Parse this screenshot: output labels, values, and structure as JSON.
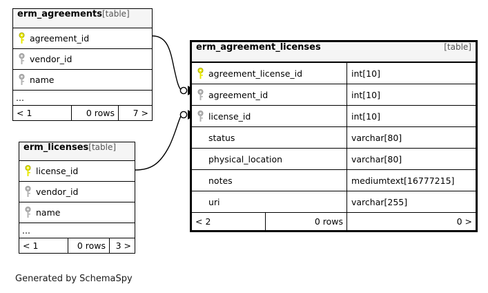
{
  "diagram": {
    "caption": "Generated by SchemaSpy",
    "table_tag": "[table]",
    "colors": {
      "primary_key": "#e8e800",
      "foreign_key": "#b3b3b3",
      "border": "#000000",
      "header_bg": "#f5f5f5",
      "canvas_bg": "#ffffff"
    }
  },
  "tables": {
    "erm_agreements": {
      "name": "erm_agreements",
      "tag": "[table]",
      "columns": [
        {
          "key": "primary-key-icon",
          "name": "agreement_id"
        },
        {
          "key": "foreign-key-icon",
          "name": "vendor_id"
        },
        {
          "key": "foreign-key-icon",
          "name": "name"
        }
      ],
      "ellipsis": "...",
      "footer": {
        "prev": "< 1",
        "rows": "0 rows",
        "next": "7 >"
      }
    },
    "erm_licenses": {
      "name": "erm_licenses",
      "tag": "[table]",
      "columns": [
        {
          "key": "primary-key-icon",
          "name": "license_id"
        },
        {
          "key": "foreign-key-icon",
          "name": "vendor_id"
        },
        {
          "key": "foreign-key-icon",
          "name": "name"
        }
      ],
      "ellipsis": "...",
      "footer": {
        "prev": "< 1",
        "rows": "0 rows",
        "next": "3 >"
      }
    },
    "erm_agreement_licenses": {
      "name": "erm_agreement_licenses",
      "tag": "[table]",
      "columns": [
        {
          "key": "primary-key-icon",
          "name": "agreement_license_id",
          "type": "int[10]"
        },
        {
          "key": "foreign-key-icon",
          "name": "agreement_id",
          "type": "int[10]"
        },
        {
          "key": "foreign-key-icon",
          "name": "license_id",
          "type": "int[10]"
        },
        {
          "key": "none",
          "name": "status",
          "type": "varchar[80]"
        },
        {
          "key": "none",
          "name": "physical_location",
          "type": "varchar[80]"
        },
        {
          "key": "none",
          "name": "notes",
          "type": "mediumtext[16777215]"
        },
        {
          "key": "none",
          "name": "uri",
          "type": "varchar[255]"
        }
      ],
      "footer": {
        "prev": "< 2",
        "rows": "0 rows",
        "next": "0 >"
      }
    }
  },
  "relationships": [
    {
      "name": "agreements-to-agreement-licenses",
      "from_table": "erm_agreements",
      "from_column": "agreement_id",
      "to_table": "erm_agreement_licenses",
      "to_column": "agreement_id",
      "from_cardinality": "one",
      "to_cardinality": "zero-or-many"
    },
    {
      "name": "licenses-to-agreement-licenses",
      "from_table": "erm_licenses",
      "from_column": "license_id",
      "to_table": "erm_agreement_licenses",
      "to_column": "license_id",
      "from_cardinality": "one",
      "to_cardinality": "zero-or-many"
    }
  ]
}
